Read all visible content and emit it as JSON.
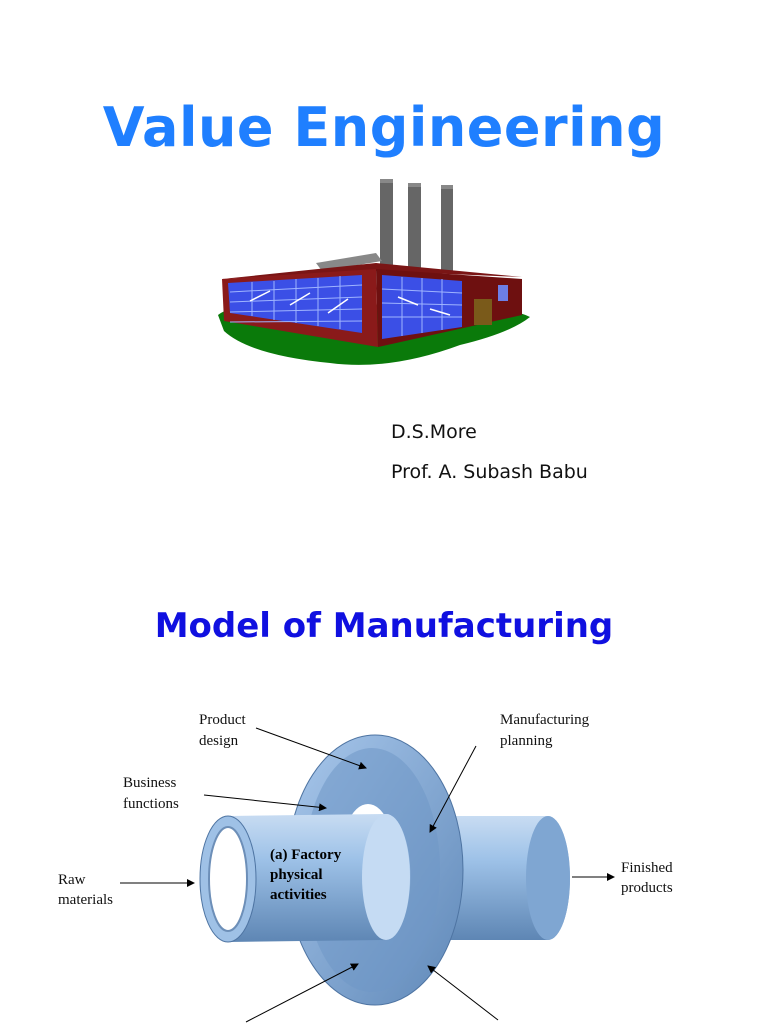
{
  "slide1": {
    "title": "Value Engineering",
    "authors": [
      "D.S.More",
      "Prof. A. Subash Babu"
    ],
    "illustration": "factory-icon"
  },
  "slide2": {
    "title": "Model of Manufacturing",
    "labels": {
      "product_design": [
        "Product",
        "design"
      ],
      "manufacturing_planning": [
        "Manufacturing",
        "planning"
      ],
      "business_functions": [
        "Business",
        "functions"
      ],
      "raw_materials": [
        "Raw",
        "materials"
      ],
      "finished_products": [
        "Finished",
        "products"
      ],
      "factory_activities": [
        "(a) Factory",
        "physical",
        "activities"
      ]
    }
  },
  "colors": {
    "title1": "#1f7fff",
    "title2": "#1010e0",
    "cylinder": "#8fb8e2",
    "ring": "#7fa9d6"
  }
}
